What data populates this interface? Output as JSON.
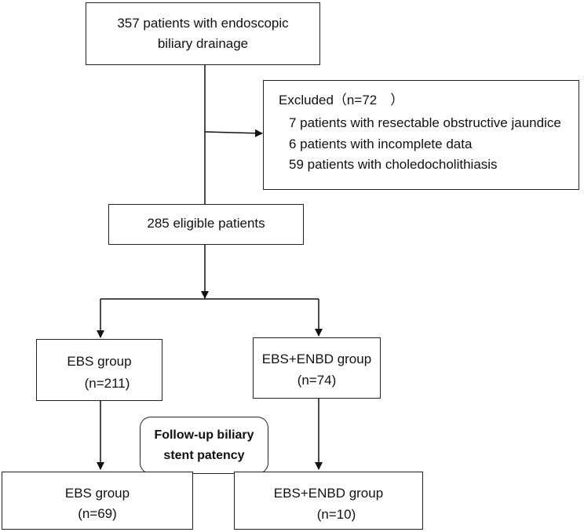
{
  "start": {
    "line1": "357 patients with endoscopic",
    "line2": "biliary drainage"
  },
  "excluded": {
    "title": "Excluded（n=72　）",
    "items": [
      "7 patients with resectable obstructive jaundice",
      "6 patients with incomplete data",
      "59 patients with choledocholithiasis"
    ]
  },
  "eligible": {
    "label": "285 eligible patients"
  },
  "ebs_group": {
    "label": "EBS group",
    "n": "(n=211)"
  },
  "ebs_enbd_group": {
    "label": "EBS+ENBD group",
    "n": "(n=74)"
  },
  "followup": {
    "line1": "Follow-up biliary",
    "line2": "stent patency"
  },
  "ebs_final": {
    "label": "EBS group",
    "n": "(n=69)"
  },
  "ebs_enbd_final": {
    "label": "EBS+ENBD group",
    "n": "(n=10)"
  }
}
